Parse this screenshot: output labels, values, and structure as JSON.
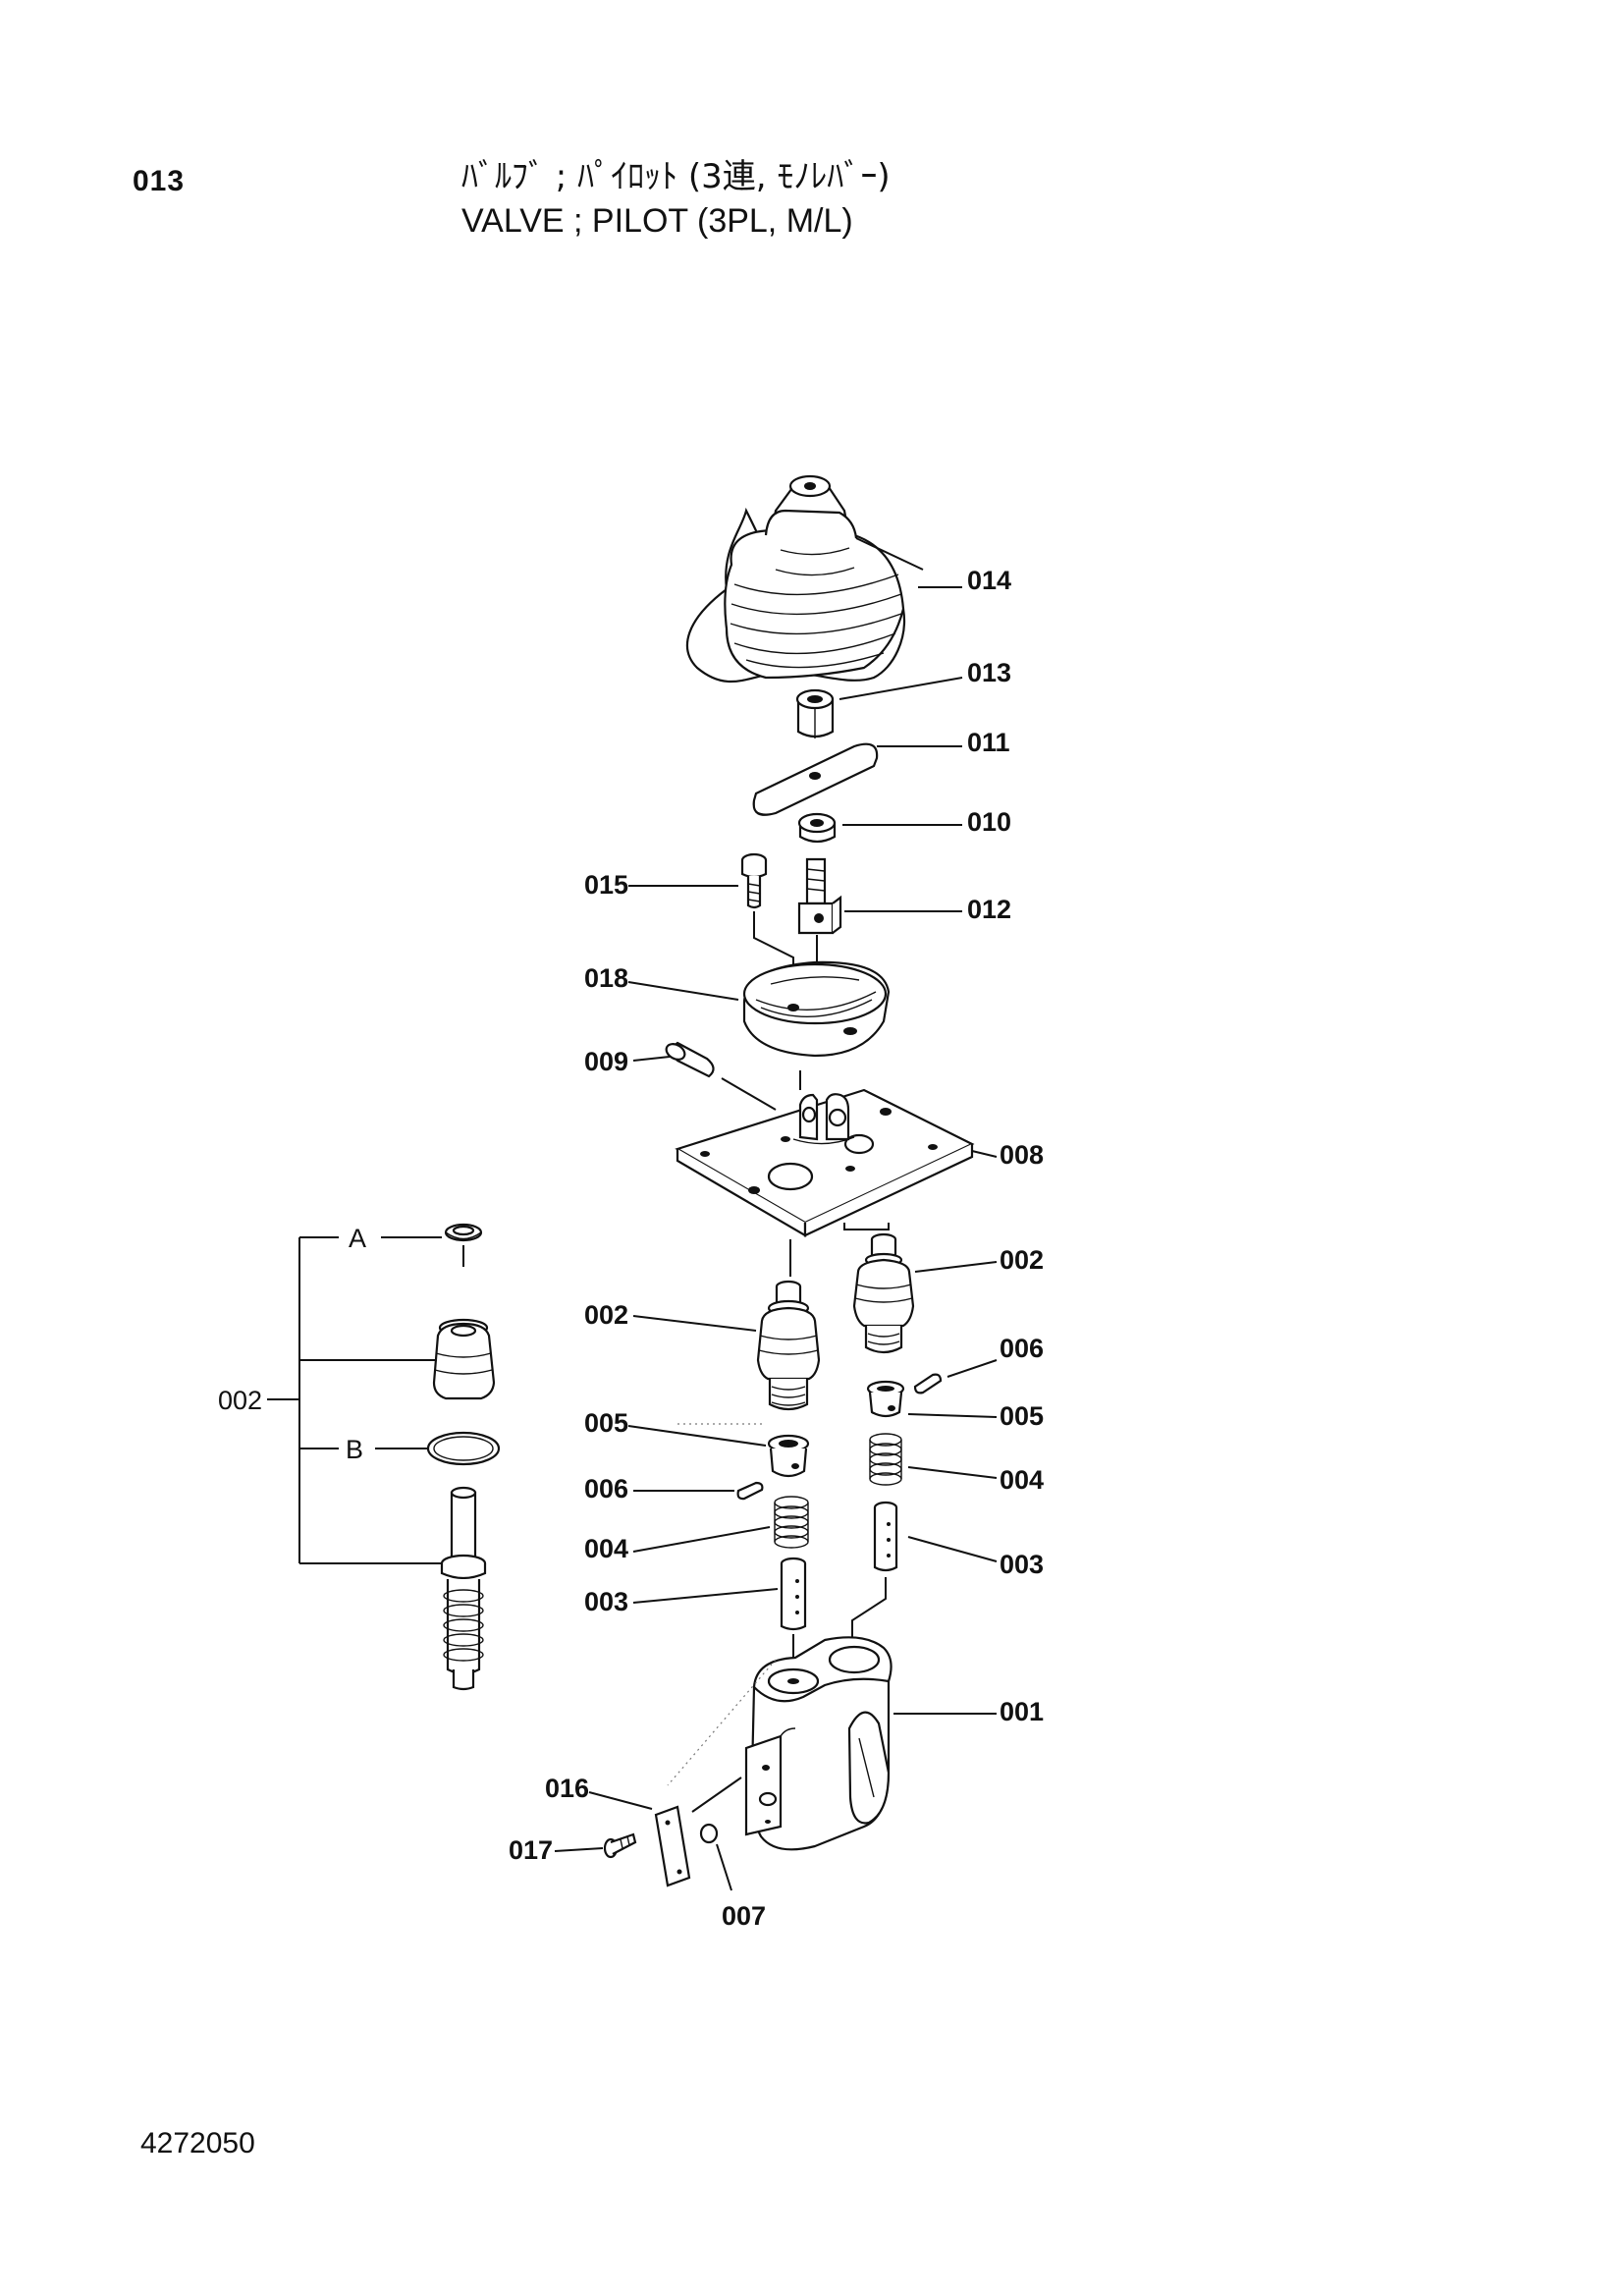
{
  "header": {
    "page_code": "013",
    "title_jp": "ﾊﾞﾙﾌﾞ ; ﾊﾟｲﾛｯﾄ (3連, ﾓﾉﾚﾊﾞｰ)",
    "title_en": "VALVE ; PILOT (3PL, M/L)"
  },
  "footer": {
    "document_number": "4272050"
  },
  "callouts": {
    "p014": "014",
    "p013": "013",
    "p011": "011",
    "p010": "010",
    "p015": "015",
    "p012": "012",
    "p018": "018",
    "p009": "009",
    "p008": "008",
    "p002_right": "002",
    "p002_left": "002",
    "p006_right": "006",
    "p005_left": "005",
    "p005_right": "005",
    "p006_left": "006",
    "p004_right": "004",
    "p004_left": "004",
    "p003_right": "003",
    "p003_left": "003",
    "p001": "001",
    "p016": "016",
    "p017": "017",
    "p007": "007"
  },
  "detail": {
    "assembly": "002",
    "sub_a": "A",
    "sub_b": "B"
  }
}
